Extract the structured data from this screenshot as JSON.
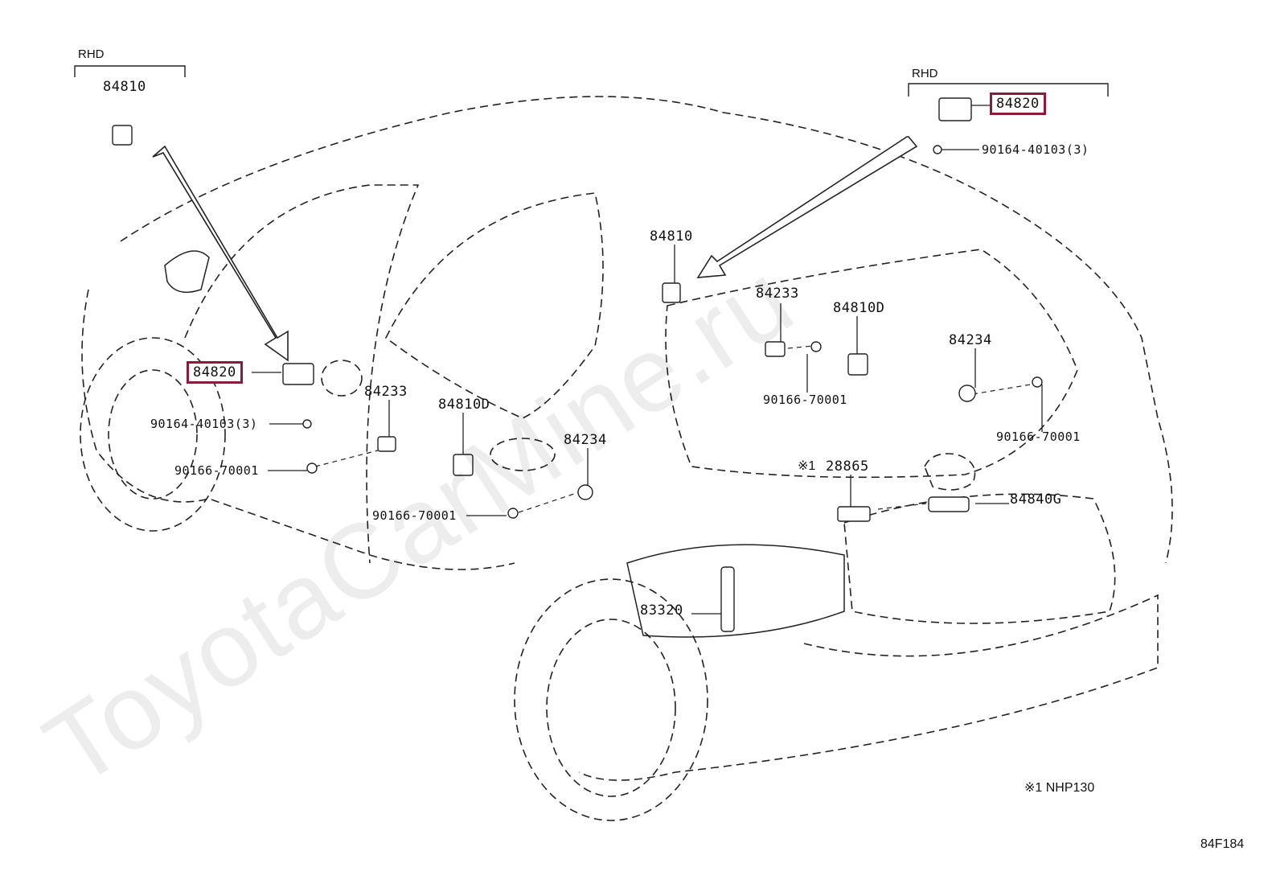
{
  "watermark": "ToyotaCarMine.ru",
  "inset_left": {
    "tag": "RHD",
    "part": "84810"
  },
  "inset_right": {
    "tag": "RHD",
    "part": "84820",
    "bolt": "90164-40103(3)"
  },
  "labels": {
    "p84820_left": "84820",
    "bolt_left": "90164-40103(3)",
    "clip_left_1": "90166-70001",
    "p84233_left": "84233",
    "p84810d_left": "84810D",
    "p84234_left": "84234",
    "clip_left_2": "90166-70001",
    "p84810_top": "84810",
    "p84233_right": "84233",
    "p84810d_right": "84810D",
    "clip_right_1": "90166-70001",
    "p84234_right": "84234",
    "clip_right_2": "90166-70001",
    "p28865": "28865",
    "p28865_mark": "※1",
    "p84840g": "84840G",
    "p83320": "83320"
  },
  "footnote": "※1 NHP130",
  "figure_code": "84F184",
  "highlight_color": "#8c1b3a"
}
